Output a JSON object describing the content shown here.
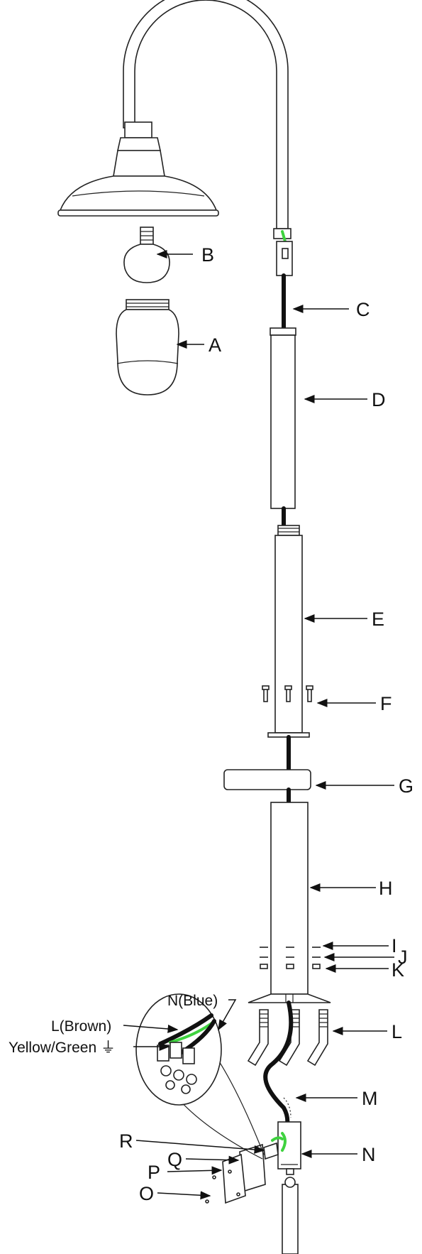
{
  "labels": {
    "a": "A",
    "b": "B",
    "c": "C",
    "d": "D",
    "e": "E",
    "f": "F",
    "g": "G",
    "h": "H",
    "i": "I",
    "j": "J",
    "k": "K",
    "l": "L",
    "m": "M",
    "n": "N",
    "o": "O",
    "p": "P",
    "q": "Q",
    "r": "R"
  },
  "wires": {
    "neutral": "N(Blue)",
    "live": "L(Brown)",
    "earth": "Yellow/Green ⏚"
  },
  "colors": {
    "line": "#222222",
    "earth_wire": "#3fd23f",
    "background": "#ffffff"
  }
}
